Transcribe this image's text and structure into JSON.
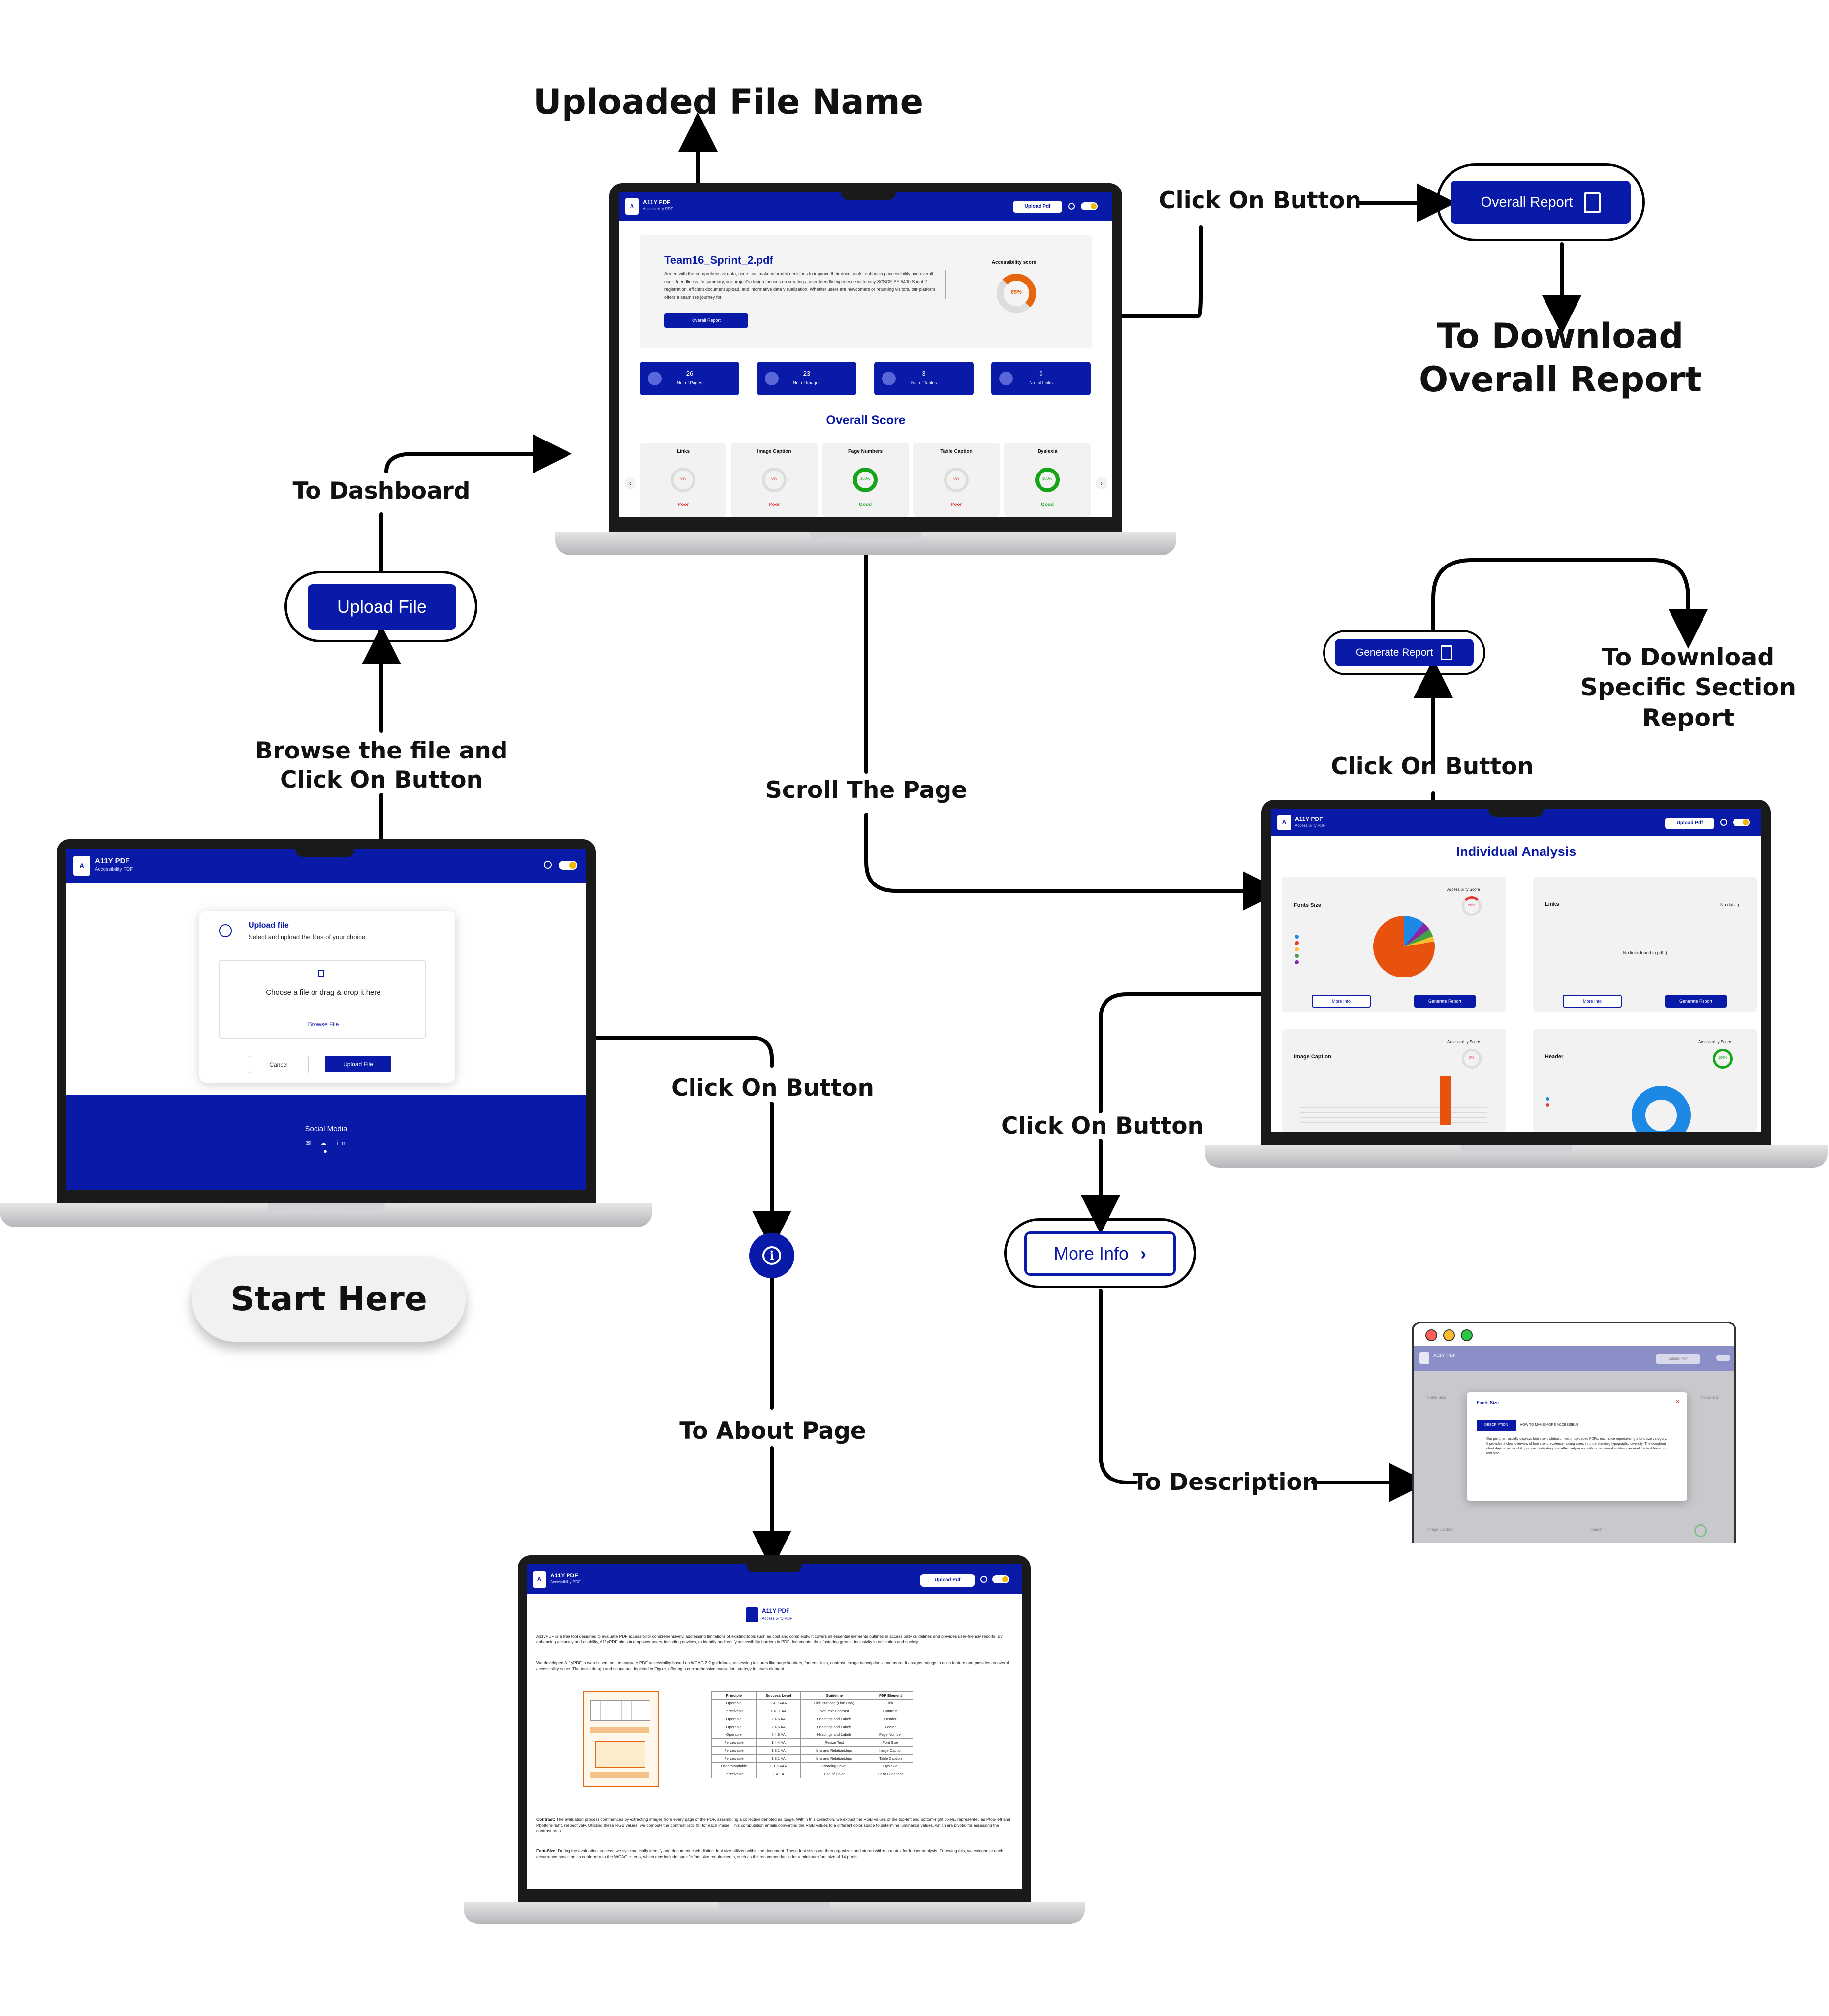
{
  "labels": {
    "uploaded_file_name": "Uploaded File Name",
    "click_on_button_top": "Click On Button",
    "to_download_overall_1": "To Download",
    "to_download_overall_2": "Overall Report",
    "to_dashboard": "To Dashboard",
    "browse_1": "Browse the file and",
    "browse_2": "Click On Button",
    "scroll_the_page": "Scroll The Page",
    "click_on_button_right": "Click On Button",
    "to_download_specific_1": "To Download",
    "to_download_specific_2": "Specific Section",
    "to_download_specific_3": "Report",
    "click_on_button_about": "Click On Button",
    "click_on_button_more": "Click On Button",
    "to_about_page": "To About Page",
    "to_description": "To Description",
    "start_here": "Start Here"
  },
  "callouts": {
    "overall_report": "Overall Report",
    "upload_file": "Upload File",
    "generate_report": "Generate Report",
    "more_info": "More Info",
    "more_info_chevron": "›"
  },
  "app": {
    "brand": "A11Y PDF",
    "brand_sub": "Accessibility PDF",
    "upload_pdf": "Upload Pdf",
    "colors": {
      "primary": "#0a1aa8",
      "good": "#15a41a",
      "poor": "#e53935",
      "orange": "#e8650f"
    }
  },
  "upload_screen": {
    "title": "Upload file",
    "subtitle": "Select and upload the files of your choice",
    "dropzone_text": "Choose a file or drag & drop it here",
    "browse": "Browse File",
    "cancel": "Cancel",
    "upload": "Upload File",
    "footer_title": "Social Media"
  },
  "dashboard": {
    "file_name": "Team16_Sprint_2.pdf",
    "description": "Armed with this comprehensive data, users can make informed decisions to improve their documents, enhancing accessibility and overall user- friendliness. In summary, our project's design focuses on creating a user-friendly experience with easy SCSCE SE 5400 Sprint 2 registration, efficient document upload, and informative data visualization. Whether users are newcomers or returning visitors, our platform offers a seamless journey for",
    "overall_report": "Overall Report",
    "accessibility_score_label": "Accessibility score",
    "accessibility_score": "65%",
    "stats": [
      {
        "value": "26",
        "label": "No. of Pages"
      },
      {
        "value": "23",
        "label": "No. of Images"
      },
      {
        "value": "3",
        "label": "No. of Tables"
      },
      {
        "value": "0",
        "label": "No. of Links"
      }
    ],
    "overall_score_title": "Overall Score",
    "scores": [
      {
        "name": "Links",
        "value": "0%",
        "rating": "Poor",
        "good": false
      },
      {
        "name": "Image Caption",
        "value": "0%",
        "rating": "Poor",
        "good": false
      },
      {
        "name": "Page Numbers",
        "value": "100%",
        "rating": "Good",
        "good": true
      },
      {
        "name": "Table Caption",
        "value": "0%",
        "rating": "Poor",
        "good": false
      },
      {
        "name": "Dyslexia",
        "value": "100%",
        "rating": "Good",
        "good": true
      }
    ]
  },
  "analysis": {
    "title": "Individual Analysis",
    "accessibility_score": "Accessibility Score",
    "fonts_size": "Fonts Size",
    "fonts_score": "58%",
    "links": "Links",
    "no_data": "No data :(",
    "no_links": "No links found in pdf :(",
    "image_caption": "Image Caption",
    "image_caption_score": "0%",
    "header": "Header",
    "header_score": "100%",
    "more_info": "More Info",
    "generate_report": "Generate Report"
  },
  "about": {
    "title": "A11Y PDF",
    "sub": "Accessibility PDF",
    "p1": "A11yPDF is a free tool designed to evaluate PDF accessibility comprehensively, addressing limitations of existing tools such as cost and complexity. It covers all essential elements outlined in accessibility guidelines and provides user-friendly reports. By enhancing accuracy and usability, A11yPDF aims to empower users, including novices, to identify and rectify accessibility barriers in PDF documents, thus fostering greater inclusivity in education and society.",
    "p2": "We developed A11yPDF, a web-based tool, to evaluate PDF accessibility based on WCAG 2.2 guidelines, assessing features like page headers, footers, links, contrast, image descriptions, and more. It assigns ratings to each feature and provides an overall accessibility score. The tool's design and scope are depicted in Figure, offering a comprehensive evaluation strategy for each element.",
    "table_headers": [
      "Principle",
      "Success Level",
      "Guideline",
      "PDF Element"
    ],
    "table_rows": [
      [
        "Operable",
        "2.4.9 AAA",
        "Link Purpose (Link Only)",
        "link"
      ],
      [
        "Perceivable",
        "1.4.11 AA",
        "Non-text Contrast",
        "Contrast"
      ],
      [
        "Operable",
        "2.4.6 AA",
        "Headings and Labels",
        "Header"
      ],
      [
        "Operable",
        "2.4.6 AA",
        "Headings and Labels",
        "Footer"
      ],
      [
        "Operable",
        "2.4.6 AA",
        "Headings and Labels",
        "Page Number"
      ],
      [
        "Perceivable",
        "1.4.4 AA",
        "Resize Text",
        "Font Size"
      ],
      [
        "Perceivable",
        "1.3.1 AA",
        "Info and Relationships",
        "Image Caption"
      ],
      [
        "Perceivable",
        "1.3.1 AA",
        "Info and Relationships",
        "Table Caption"
      ],
      [
        "Understandable",
        "3.1.5 AAA",
        "Reading Level",
        "Dyslexia"
      ],
      [
        "Perceivable",
        "1.4.1 A",
        "Use of Color",
        "Color Blindness"
      ]
    ],
    "contrast_title": "Contrast:",
    "contrast_text": "The evaluation process commences by extracting images from every page of the PDF, assembling a collection denoted as Ipage. Within this collection, we extract the RGB values of the top-left and bottom-right pixels, represented as Ptop-left and Pbottom-right, respectively. Utilizing these RGB values, we compute the contrast ratio (Il) for each image. This computation entails converting the RGB values to a different color space to determine luminance values, which are pivotal for assessing the contrast ratio.",
    "font_title": "Font-Size:",
    "font_text": "During the evaluation process, we systematically identify and document each distinct font size utilized within the document. These font sizes are then organized and stored within a matrix for further analysis. Following this, we categorize each occurrence based on its conformity to the WCAG criteria, which may include specific font size requirements, such as the recommendation for a minimum font size of 14 pixels."
  },
  "description_popup": {
    "title": "Fonts Size",
    "tab_description": "DESCRIPTION",
    "tab_how_to": "HOW TO MAKE MORE ACCESSIBLE",
    "close": "×",
    "text": "Our pie chart visually displays font size distribution within uploaded PDFs, each slice representing a font size category. It provides a clear overview of font size prevalence, aiding users in understanding typographic diversity. The doughnut chart depicts accessibility scores, indicating how effectively users with varied visual abilities can read the text based on font size."
  }
}
